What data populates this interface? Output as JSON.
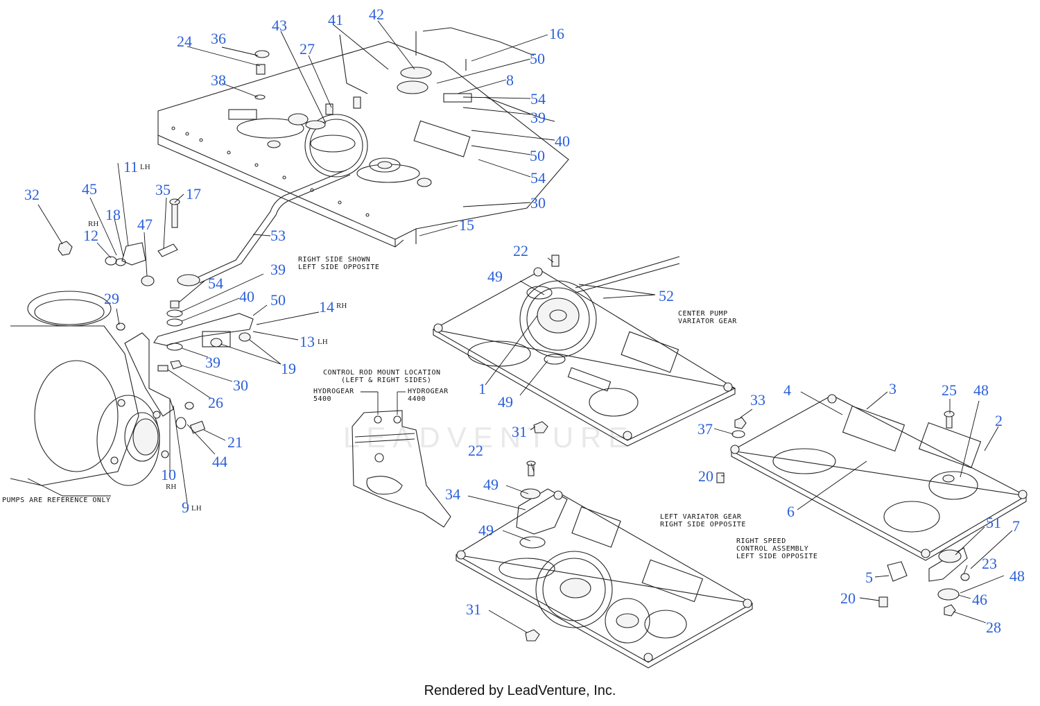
{
  "watermark": "LEADVENTURE",
  "footer": "Rendered by LeadVenture, Inc.",
  "notes": {
    "right_side_1": "RIGHT SIDE SHOWN",
    "right_side_2": "LEFT SIDE OPPOSITE",
    "center_pump_1": "CENTER PUMP",
    "center_pump_2": "VARIATOR GEAR",
    "control_rod_1": "CONTROL ROD MOUNT LOCATION",
    "control_rod_2": "(LEFT & RIGHT SIDES)",
    "hydrogear_5400_1": "HYDROGEAR",
    "hydrogear_5400_2": "5400",
    "hydrogear_4400_1": "HYDROGEAR",
    "hydrogear_4400_2": "4400",
    "left_variator_1": "LEFT VARIATOR GEAR",
    "left_variator_2": "RIGHT SIDE OPPOSITE",
    "right_speed_1": "RIGHT SPEED",
    "right_speed_2": "CONTROL ASSEMBLY",
    "right_speed_3": "LEFT SIDE OPPOSITE",
    "pumps_ref": "PUMPS ARE REFERENCE ONLY"
  },
  "suffix": {
    "lh": "LH",
    "rh": "RH"
  },
  "callouts": {
    "c1": "1",
    "c2": "2",
    "c3": "3",
    "c4": "4",
    "c5": "5",
    "c6": "6",
    "c7": "7",
    "c8": "8",
    "c9": "9",
    "c10": "10",
    "c11": "11",
    "c12": "12",
    "c13": "13",
    "c14": "14",
    "c15": "15",
    "c16": "16",
    "c17": "17",
    "c18": "18",
    "c19": "19",
    "c20a": "20",
    "c20b": "20",
    "c21": "21",
    "c22a": "22",
    "c22b": "22",
    "c23": "23",
    "c24": "24",
    "c25": "25",
    "c26": "26",
    "c27": "27",
    "c28": "28",
    "c29": "29",
    "c30a": "30",
    "c30b": "30",
    "c31a": "31",
    "c31b": "31",
    "c32": "32",
    "c33": "33",
    "c34": "34",
    "c35": "35",
    "c36": "36",
    "c37": "37",
    "c38": "38",
    "c39a": "39",
    "c39b": "39",
    "c39c": "39",
    "c40a": "40",
    "c40b": "40",
    "c41": "41",
    "c42": "42",
    "c43": "43",
    "c44": "44",
    "c45": "45",
    "c46": "46",
    "c47": "47",
    "c48a": "48",
    "c48b": "48",
    "c49a": "49",
    "c49b": "49",
    "c49c": "49",
    "c49d": "49",
    "c50a": "50",
    "c50b": "50",
    "c50c": "50",
    "c51": "51",
    "c52": "52",
    "c53": "53",
    "c54a": "54",
    "c54b": "54",
    "c54c": "54"
  }
}
